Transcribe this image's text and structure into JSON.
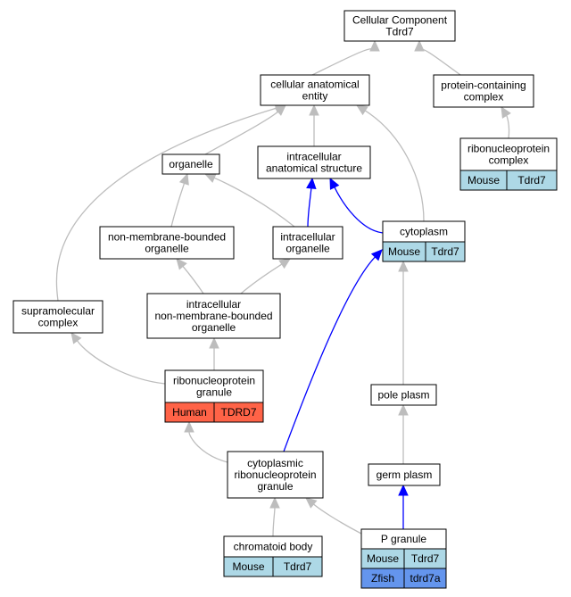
{
  "colors": {
    "mouse": "#add8e6",
    "human": "#ff6347",
    "zfish": "#6495ed",
    "edge_isa": "#bdbdbd",
    "edge_partof": "#0000ff"
  },
  "nodes": {
    "root": {
      "lines": [
        "Cellular Component",
        "Tdrd7"
      ]
    },
    "cae": {
      "lines": [
        "cellular anatomical",
        "entity"
      ]
    },
    "pcc": {
      "lines": [
        "protein-containing",
        "complex"
      ]
    },
    "rnpc": {
      "lines": [
        "ribonucleoprotein",
        "complex"
      ],
      "annotations": [
        {
          "species": "Mouse",
          "gene": "Tdrd7"
        }
      ]
    },
    "organelle": {
      "lines": [
        "organelle"
      ]
    },
    "ias": {
      "lines": [
        "intracellular",
        "anatomical structure"
      ]
    },
    "nmbo": {
      "lines": [
        "non-membrane-bounded",
        "organelle"
      ]
    },
    "io": {
      "lines": [
        "intracellular",
        "organelle"
      ]
    },
    "cytoplasm": {
      "lines": [
        "cytoplasm"
      ],
      "annotations": [
        {
          "species": "Mouse",
          "gene": "Tdrd7"
        }
      ]
    },
    "smc": {
      "lines": [
        "supramolecular",
        "complex"
      ]
    },
    "inmbo": {
      "lines": [
        "intracellular",
        "non-membrane-bounded",
        "organelle"
      ]
    },
    "rnpg": {
      "lines": [
        "ribonucleoprotein",
        "granule"
      ],
      "annotations": [
        {
          "species": "Human",
          "gene": "TDRD7"
        }
      ]
    },
    "poleplasm": {
      "lines": [
        "pole plasm"
      ]
    },
    "crnpg": {
      "lines": [
        "cytoplasmic",
        "ribonucleoprotein",
        "granule"
      ]
    },
    "germplasm": {
      "lines": [
        "germ plasm"
      ]
    },
    "chromatoid": {
      "lines": [
        "chromatoid body"
      ],
      "annotations": [
        {
          "species": "Mouse",
          "gene": "Tdrd7"
        }
      ]
    },
    "pgranule": {
      "lines": [
        "P granule"
      ],
      "annotations": [
        {
          "species": "Mouse",
          "gene": "Tdrd7"
        },
        {
          "species": "Zfish",
          "gene": "tdrd7a"
        }
      ]
    }
  },
  "edges": [
    {
      "from": "cae",
      "to": "root",
      "type": "is_a"
    },
    {
      "from": "pcc",
      "to": "root",
      "type": "is_a"
    },
    {
      "from": "rnpc",
      "to": "pcc",
      "type": "is_a"
    },
    {
      "from": "organelle",
      "to": "cae",
      "type": "is_a"
    },
    {
      "from": "ias",
      "to": "cae",
      "type": "is_a"
    },
    {
      "from": "smc",
      "to": "cae",
      "type": "is_a"
    },
    {
      "from": "cytoplasm",
      "to": "cae",
      "type": "is_a"
    },
    {
      "from": "nmbo",
      "to": "organelle",
      "type": "is_a"
    },
    {
      "from": "io",
      "to": "organelle",
      "type": "is_a"
    },
    {
      "from": "io",
      "to": "ias",
      "type": "part_of"
    },
    {
      "from": "cytoplasm",
      "to": "ias",
      "type": "part_of"
    },
    {
      "from": "inmbo",
      "to": "nmbo",
      "type": "is_a"
    },
    {
      "from": "inmbo",
      "to": "io",
      "type": "is_a"
    },
    {
      "from": "rnpg",
      "to": "inmbo",
      "type": "is_a"
    },
    {
      "from": "rnpg",
      "to": "smc",
      "type": "is_a"
    },
    {
      "from": "crnpg",
      "to": "rnpg",
      "type": "is_a"
    },
    {
      "from": "crnpg",
      "to": "cytoplasm",
      "type": "part_of"
    },
    {
      "from": "poleplasm",
      "to": "cytoplasm",
      "type": "is_a"
    },
    {
      "from": "germplasm",
      "to": "poleplasm",
      "type": "is_a"
    },
    {
      "from": "pgranule",
      "to": "germplasm",
      "type": "part_of"
    },
    {
      "from": "chromatoid",
      "to": "crnpg",
      "type": "is_a"
    },
    {
      "from": "pgranule",
      "to": "crnpg",
      "type": "is_a"
    }
  ]
}
